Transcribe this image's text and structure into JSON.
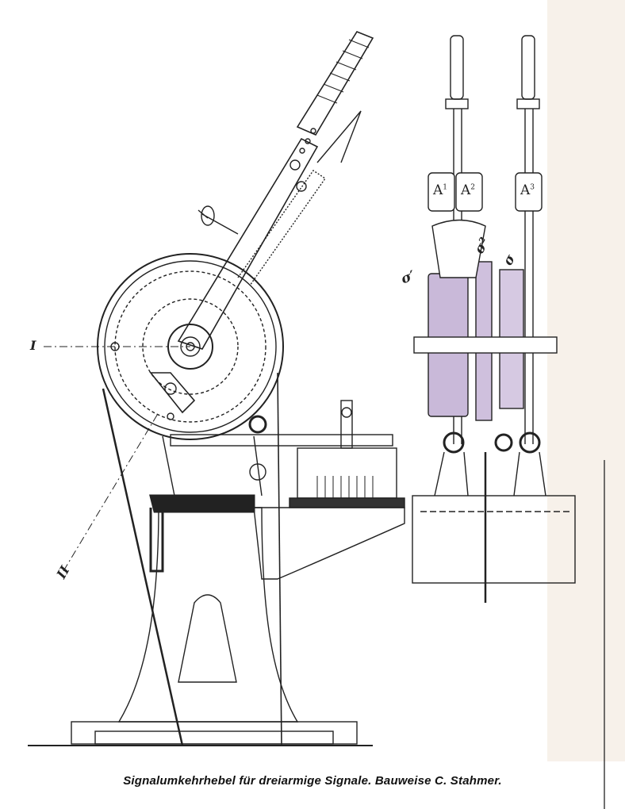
{
  "caption": "Signalumkehrhebel für dreiarmige Signale.  Bauweise C. Stahmer.",
  "labels": {
    "section_1": "I",
    "section_2": "II",
    "box_a1": "A",
    "box_a1_sup": "1",
    "box_a2": "A",
    "box_a2_sup": "2",
    "box_a3": "A",
    "box_a3_sup": "3",
    "sigma_1": "σ′",
    "sigma_2": "σ²",
    "sigma": "σ"
  }
}
